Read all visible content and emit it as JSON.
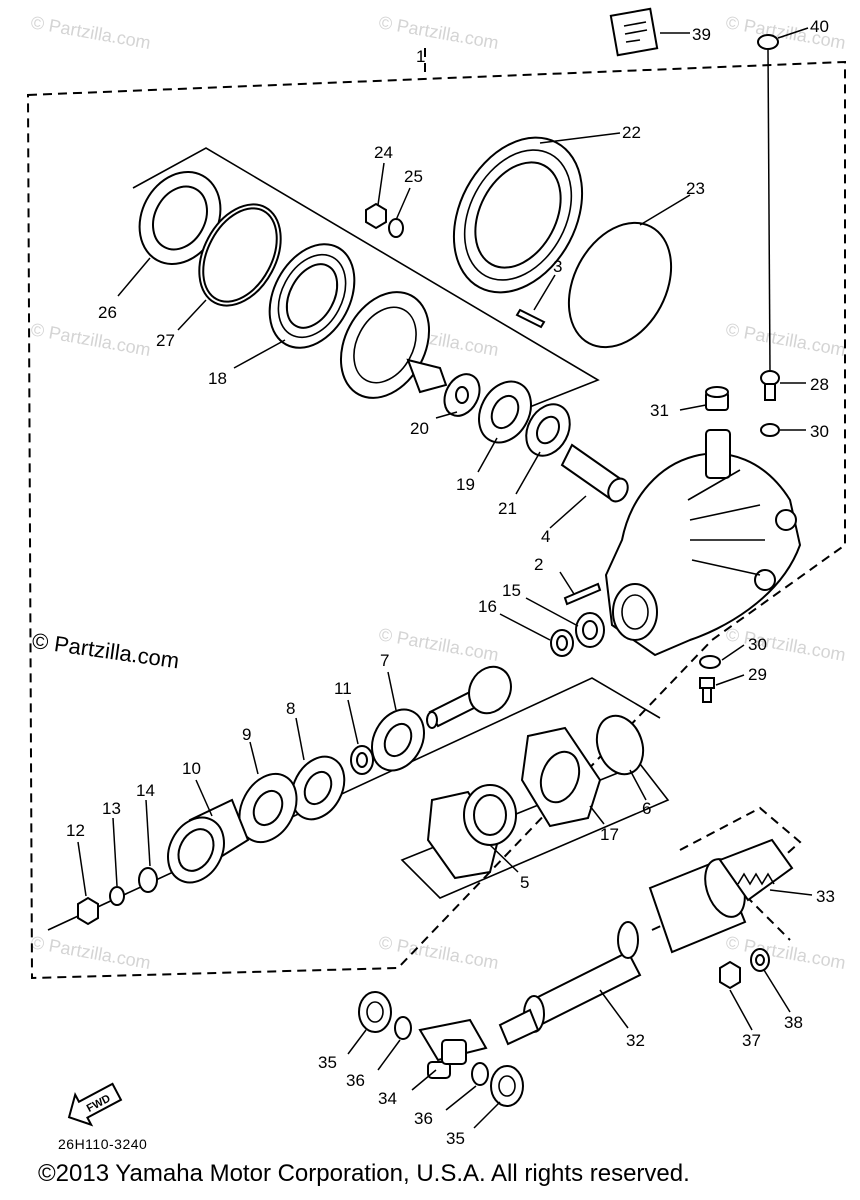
{
  "diagram": {
    "part_numbers": [
      "1",
      "2",
      "3",
      "4",
      "5",
      "6",
      "7",
      "8",
      "9",
      "10",
      "11",
      "12",
      "13",
      "14",
      "15",
      "16",
      "17",
      "18",
      "19",
      "20",
      "21",
      "22",
      "23",
      "24",
      "25",
      "26",
      "27",
      "28",
      "29",
      "30",
      "31",
      "32",
      "33",
      "34",
      "35",
      "36",
      "37",
      "38",
      "39",
      "40"
    ],
    "repeated_labels": {
      "30b": "30",
      "35b": "35",
      "36b": "36"
    },
    "direction_arrow": "FWD",
    "diagram_code": "26H110-3240",
    "copyright": "©2013 Yamaha Motor Corporation, U.S.A. All rights reserved.",
    "watermark": "© Partzilla.com",
    "watermark_small": "© Partzilla.com"
  }
}
